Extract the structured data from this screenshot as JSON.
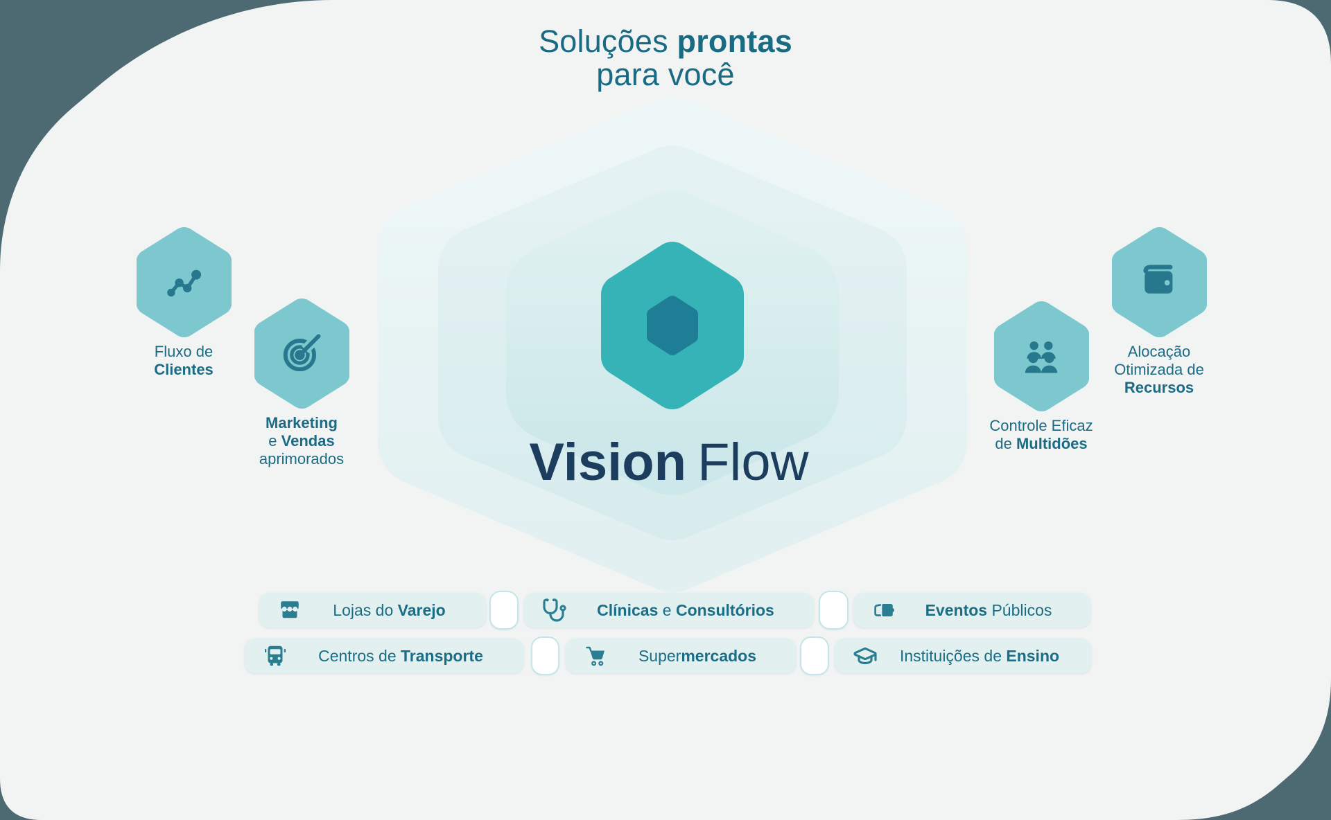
{
  "colors": {
    "bg-dark": "#4d6a73",
    "canvas": "#f2f4f4",
    "title-teal": "#196a83",
    "label-teal": "#1c6b84",
    "hex-badge": "#7cc8ce",
    "glyph": "#27788d",
    "logo-hex": "#35b3b7",
    "logo-hex-inner": "#1d7e95",
    "wordmark-navy": "#1c3d5e",
    "pill-bg": "#e2f0f0",
    "pill-text": "#1b6d86",
    "pill-icon": "#2b7e92",
    "connector-bg": "#ffffff",
    "connector-border": "#c5e5e7",
    "layer-outer-top": "#eef7f7",
    "layer-outer-bottom": "#e2f0f1",
    "layer-mid-top": "#e5f2f3",
    "layer-mid-bottom": "#d8ecee",
    "layer-inner-top": "#def0f0",
    "layer-inner-bottom": "#cde8ea"
  },
  "title": {
    "line1": [
      {
        "t": "Soluções ",
        "b": false
      },
      {
        "t": "prontas",
        "b": true
      }
    ],
    "line2": [
      {
        "t": "para você",
        "b": false
      }
    ]
  },
  "logo": {
    "word_bold": "Vision",
    "word_light": "Flow"
  },
  "features": [
    {
      "key": "fluxo-clientes",
      "label": [
        [
          {
            "t": "Fluxo de",
            "b": false
          }
        ],
        [
          {
            "t": "Clientes",
            "b": true
          }
        ]
      ]
    },
    {
      "key": "marketing-vendas",
      "label": [
        [
          {
            "t": "Marketing",
            "b": true
          }
        ],
        [
          {
            "t": "e ",
            "b": false
          },
          {
            "t": "Vendas",
            "b": true
          }
        ],
        [
          {
            "t": "aprimorados",
            "b": false
          }
        ]
      ]
    },
    {
      "key": "controle-multidoes",
      "label": [
        [
          {
            "t": "Controle Eficaz",
            "b": false
          }
        ],
        [
          {
            "t": "de ",
            "b": false
          },
          {
            "t": "Multidões",
            "b": true
          }
        ]
      ]
    },
    {
      "key": "alocacao-recursos",
      "label": [
        [
          {
            "t": "Alocação",
            "b": false
          }
        ],
        [
          {
            "t": "Otimizada de",
            "b": false
          }
        ],
        [
          {
            "t": "Recursos",
            "b": true
          }
        ]
      ]
    }
  ],
  "pills": {
    "row1": [
      {
        "key": "lojas-varejo",
        "icon": "storefront-icon",
        "parts": [
          {
            "t": "Lojas do ",
            "b": false
          },
          {
            "t": "Varejo",
            "b": true
          }
        ]
      },
      {
        "key": "clinicas-consultorios",
        "icon": "stethoscope-icon",
        "parts": [
          {
            "t": "Clínicas",
            "b": true
          },
          {
            "t": " e ",
            "b": false
          },
          {
            "t": "Consultórios",
            "b": true
          }
        ]
      },
      {
        "key": "eventos-publicos",
        "icon": "ticket-icon",
        "parts": [
          {
            "t": "Eventos",
            "b": true
          },
          {
            "t": " Públicos",
            "b": false
          }
        ]
      }
    ],
    "row2": [
      {
        "key": "centros-transporte",
        "icon": "bus-icon",
        "parts": [
          {
            "t": "Centros de ",
            "b": false
          },
          {
            "t": "Transporte",
            "b": true
          }
        ]
      },
      {
        "key": "supermercados",
        "icon": "cart-icon",
        "parts": [
          {
            "t": "Super",
            "b": false
          },
          {
            "t": "mercados",
            "b": true
          }
        ]
      },
      {
        "key": "instituicoes-ensino",
        "icon": "graduation-cap-icon",
        "parts": [
          {
            "t": "Instituições de ",
            "b": false
          },
          {
            "t": "Ensino",
            "b": true
          }
        ]
      }
    ]
  }
}
